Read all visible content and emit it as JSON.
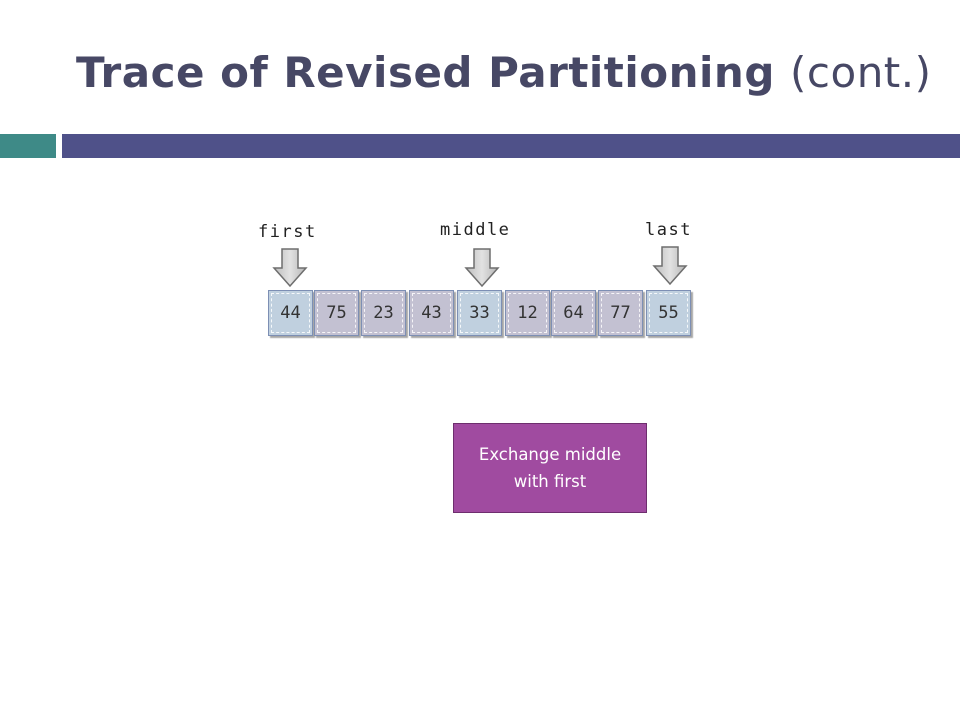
{
  "slide": {
    "title_main": "Trace of Revised Partitioning",
    "title_sub": "(cont.)"
  },
  "pointers": {
    "first": "first",
    "middle": "middle",
    "last": "last"
  },
  "array": [
    "44",
    "75",
    "23",
    "43",
    "33",
    "12",
    "64",
    "77",
    "55"
  ],
  "note": {
    "text": "Exchange middle with first"
  },
  "colors": {
    "title": "#474865",
    "accent_bar": "#3e8a87",
    "main_bar": "#4f5189",
    "cell_highlight": "#c0d0df",
    "cell_normal": "#c3c1d2",
    "note_bg": "#a04ba0"
  }
}
